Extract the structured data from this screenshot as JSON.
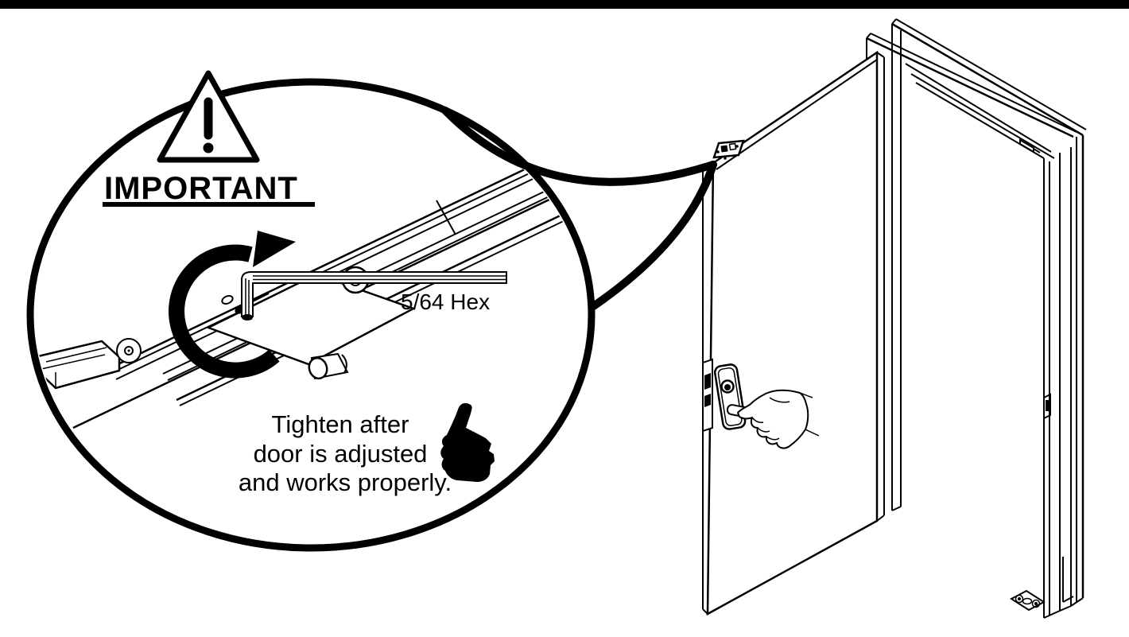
{
  "figure": {
    "background": "#ffffff",
    "ink": "#000000"
  },
  "callout": {
    "heading": "IMPORTANT",
    "warning_icon": "warning-triangle-icon",
    "hex_key_label": "5/64 Hex",
    "note_lines": [
      "Tighten after",
      "door is adjusted",
      "and works properly."
    ],
    "approval_icon": "thumbs-up-icon",
    "rotation_icon": "rotation-arrow-icon"
  },
  "scene": {
    "detail_icon": "door-top-rail-hex-adjuster",
    "door_icon": "open-door-with-hand-turning-key",
    "floor_icon": "floor-strike-plate"
  }
}
